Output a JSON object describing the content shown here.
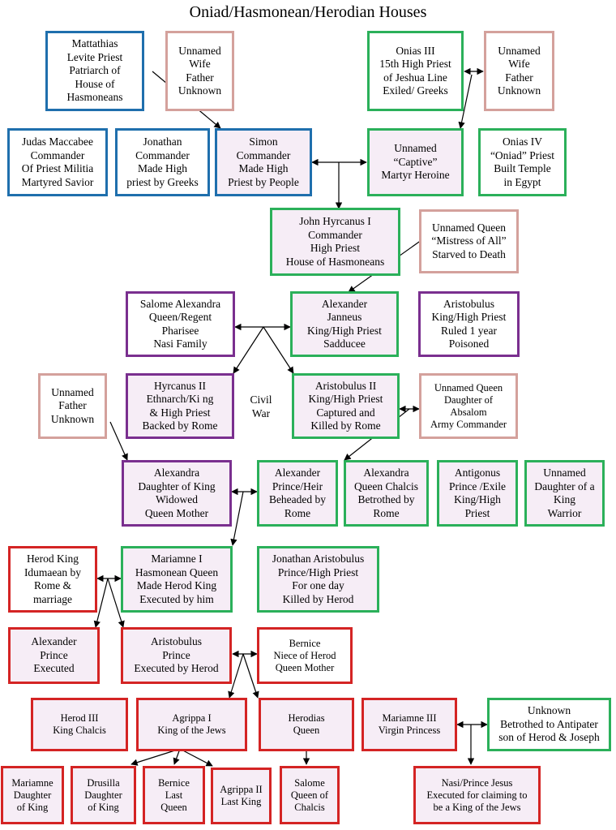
{
  "title": "Oniad/Hasmonean/Herodian Houses",
  "annotations": {
    "civil_war": [
      "Civil",
      "War"
    ]
  },
  "colors": {
    "blue": "#1f6fad",
    "pink": "#d4a19c",
    "green": "#2bb05a",
    "purple": "#7a2f8f",
    "red": "#d42424",
    "fill": "#f6edf6"
  },
  "nodes": [
    {
      "id": "mattathias",
      "lines": [
        "Mattathias",
        "Levite Priest",
        "Patriarch of",
        "House of",
        "Hasmoneans"
      ]
    },
    {
      "id": "wife1",
      "lines": [
        "Unnamed",
        "Wife",
        "Father",
        "Unknown"
      ]
    },
    {
      "id": "onias3",
      "lines": [
        "Onias III",
        "15th High Priest",
        "of Jeshua Line",
        "Exiled/ Greeks"
      ]
    },
    {
      "id": "wife2",
      "lines": [
        "Unnamed",
        "Wife",
        "Father",
        "Unknown"
      ]
    },
    {
      "id": "judas",
      "lines": [
        "Judas Maccabee",
        "Commander",
        "Of Priest Militia",
        "Martyred Savior"
      ]
    },
    {
      "id": "jonathan",
      "lines": [
        "Jonathan",
        "Commander",
        "Made High",
        "priest by Greeks"
      ]
    },
    {
      "id": "simon",
      "lines": [
        "Simon",
        "Commander",
        "Made High",
        "Priest by People"
      ]
    },
    {
      "id": "captive",
      "lines": [
        "Unnamed",
        "“Captive”",
        "Martyr Heroine"
      ]
    },
    {
      "id": "onias4",
      "lines": [
        "Onias IV",
        "“Oniad” Priest",
        "Built Temple",
        "in Egypt"
      ]
    },
    {
      "id": "hyrcanus1",
      "lines": [
        "John Hyrcanus I",
        "Commander",
        "High Priest",
        "House of Hasmoneans"
      ]
    },
    {
      "id": "queen_mistress",
      "lines": [
        "Unnamed Queen",
        "“Mistress of All”",
        "Starved to Death"
      ]
    },
    {
      "id": "salome_alexandra",
      "lines": [
        "Salome Alexandra",
        "Queen/Regent",
        "Pharisee",
        "Nasi Family"
      ]
    },
    {
      "id": "janneus",
      "lines": [
        "Alexander",
        "Janneus",
        "King/High Priest",
        "Sadducee"
      ]
    },
    {
      "id": "aristobulus1",
      "lines": [
        "Aristobulus",
        "King/High Priest",
        "Ruled 1 year",
        "Poisoned"
      ]
    },
    {
      "id": "father_unknown",
      "lines": [
        "Unnamed",
        "Father",
        "Unknown"
      ]
    },
    {
      "id": "hyrcanus2",
      "lines": [
        "Hyrcanus II",
        "Ethnarch/Ki ng",
        "& High Priest",
        "Backed by Rome"
      ]
    },
    {
      "id": "aristobulus2",
      "lines": [
        "Aristobulus II",
        "King/High Priest",
        "Captured and",
        "Killed by Rome"
      ]
    },
    {
      "id": "queen_absalom",
      "lines": [
        "Unnamed Queen",
        "Daughter of",
        "Absalom",
        "Army Commander"
      ]
    },
    {
      "id": "alexandra",
      "lines": [
        "Alexandra",
        "Daughter of King",
        "Widowed",
        "Queen Mother"
      ]
    },
    {
      "id": "alexander_prince",
      "lines": [
        "Alexander",
        "Prince/Heir",
        "Beheaded by",
        "Rome"
      ]
    },
    {
      "id": "alexandra_chalcis",
      "lines": [
        "Alexandra",
        "Queen Chalcis",
        "Betrothed by",
        "Rome"
      ]
    },
    {
      "id": "antigonus",
      "lines": [
        "Antigonus",
        "Prince /Exile",
        "King/High",
        "Priest"
      ]
    },
    {
      "id": "daughter_king",
      "lines": [
        "Unnamed",
        "Daughter of a",
        "King",
        "Warrior"
      ]
    },
    {
      "id": "herod",
      "lines": [
        "Herod King",
        "Idumaean by",
        "Rome &",
        "marriage"
      ]
    },
    {
      "id": "mariamne1",
      "lines": [
        "Mariamne I",
        "Hasmonean Queen",
        "Made Herod King",
        "Executed by him"
      ]
    },
    {
      "id": "jonathan_aristobulus",
      "lines": [
        "Jonathan Aristobulus",
        "Prince/High Priest",
        "For one day",
        "Killed by Herod"
      ]
    },
    {
      "id": "alexander_exec",
      "lines": [
        "Alexander",
        "Prince",
        "Executed"
      ]
    },
    {
      "id": "aristobulus_prince",
      "lines": [
        "Aristobulus",
        "Prince",
        "Executed by Herod"
      ]
    },
    {
      "id": "bernice_niece",
      "lines": [
        "Bernice",
        "Niece of Herod",
        "Queen Mother"
      ]
    },
    {
      "id": "herod3",
      "lines": [
        "Herod III",
        "King Chalcis"
      ]
    },
    {
      "id": "agrippa1",
      "lines": [
        "Agrippa I",
        "King of the Jews"
      ]
    },
    {
      "id": "herodias",
      "lines": [
        "Herodias",
        "Queen"
      ]
    },
    {
      "id": "mariamne3",
      "lines": [
        "Mariamne III",
        "Virgin Princess"
      ]
    },
    {
      "id": "unknown_betrothed",
      "lines": [
        "Unknown",
        "Betrothed to Antipater",
        "son of Herod & Joseph"
      ]
    },
    {
      "id": "mariamne_daughter",
      "lines": [
        "Mariamne",
        "Daughter",
        "of King"
      ]
    },
    {
      "id": "drusilla",
      "lines": [
        "Drusilla",
        "Daughter",
        "of King"
      ]
    },
    {
      "id": "bernice_last",
      "lines": [
        "Bernice",
        "Last",
        "Queen"
      ]
    },
    {
      "id": "agrippa2",
      "lines": [
        "Agrippa II",
        "Last King"
      ]
    },
    {
      "id": "salome_chalcis",
      "lines": [
        "Salome",
        "Queen of",
        "Chalcis"
      ]
    },
    {
      "id": "jesus",
      "lines": [
        "Nasi/Prince Jesus",
        "Executed for claiming to",
        "be a King of the Jews"
      ]
    }
  ]
}
